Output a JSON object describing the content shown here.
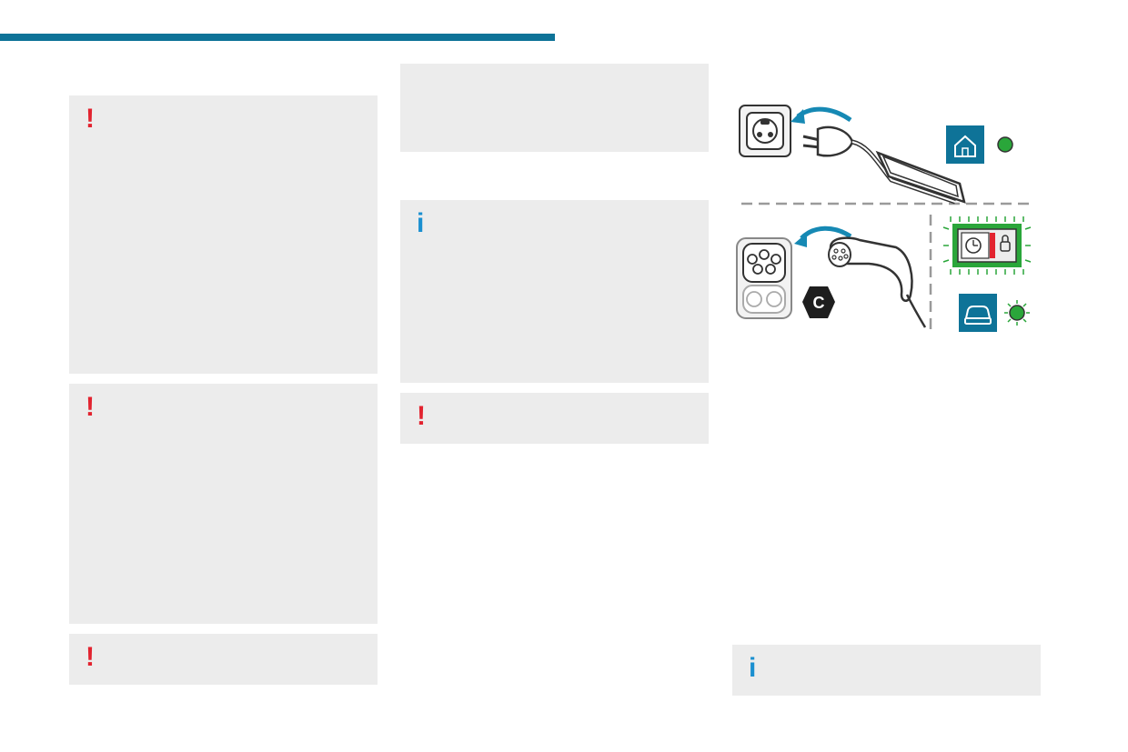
{
  "colors": {
    "header_bar": "#0e7398",
    "panel_bg": "#ececec",
    "warning": "#e2232f",
    "info": "#1a8fd0",
    "icon_blue": "#0e7398",
    "led_green": "#2aa63a"
  },
  "notes": [
    {
      "type": "warning",
      "glyph": "!"
    },
    {
      "type": "warning",
      "glyph": "!"
    },
    {
      "type": "warning",
      "glyph": "!"
    },
    {
      "type": "panel",
      "glyph": ""
    },
    {
      "type": "info",
      "glyph": "i"
    },
    {
      "type": "warning",
      "glyph": "!"
    },
    {
      "type": "info",
      "glyph": "i"
    }
  ],
  "illustration": {
    "icons": [
      "domestic-socket-icon",
      "home-icon",
      "car-icon",
      "charging-unit-display-icon",
      "connector-c-badge-icon"
    ],
    "connector_badge": "C"
  }
}
